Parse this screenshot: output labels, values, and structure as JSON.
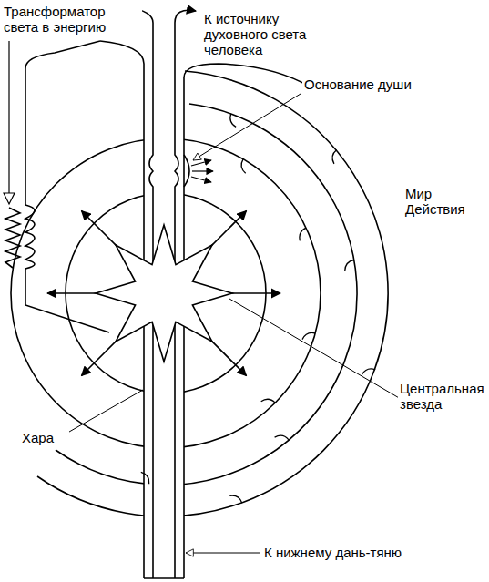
{
  "diagram": {
    "labels": [
      "Трансформатор света в энергию",
      "К источнику духовного света человека",
      "Основание души",
      "Мир Действия",
      "Центральная звезда",
      "Хара",
      "К нижнему дань-тяню"
    ]
  }
}
